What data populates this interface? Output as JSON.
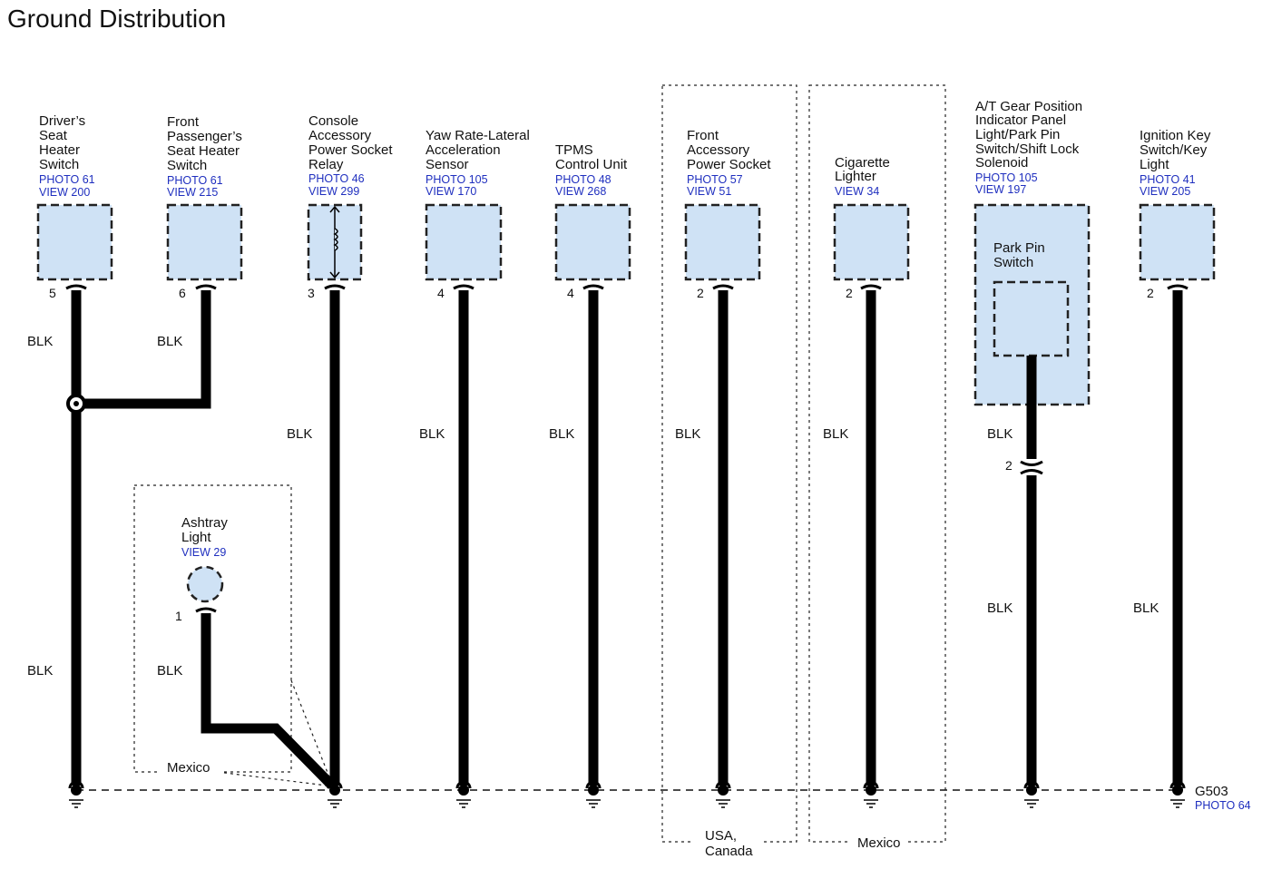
{
  "title": "Ground Distribution",
  "wire_color_label": "BLK",
  "components": [
    {
      "id": "drivers-seat-heater-switch",
      "lines": [
        "Driver’s",
        "Seat",
        "Heater",
        "Switch"
      ],
      "refs": [
        "PHOTO 61",
        "VIEW 200"
      ],
      "pin": "5"
    },
    {
      "id": "front-passenger-seat-heater-switch",
      "lines": [
        "Front",
        "Passenger’s",
        "Seat Heater",
        "Switch"
      ],
      "refs": [
        "PHOTO 61",
        "VIEW 215"
      ],
      "pin": "6"
    },
    {
      "id": "console-accessory-power-socket-relay",
      "lines": [
        "Console",
        "Accessory",
        "Power Socket",
        "Relay"
      ],
      "refs": [
        "PHOTO 46",
        "VIEW 299"
      ],
      "pin": "3"
    },
    {
      "id": "yaw-rate-lateral-acceleration-sensor",
      "lines": [
        "Yaw Rate-Lateral",
        "Acceleration",
        "Sensor"
      ],
      "refs": [
        "PHOTO 105",
        "VIEW 170"
      ],
      "pin": "4"
    },
    {
      "id": "tpms-control-unit",
      "lines": [
        "TPMS",
        "Control Unit"
      ],
      "refs": [
        "PHOTO 48",
        "VIEW 268"
      ],
      "pin": "4"
    },
    {
      "id": "front-accessory-power-socket",
      "lines": [
        "Front",
        "Accessory",
        "Power Socket"
      ],
      "refs": [
        "PHOTO 57",
        "VIEW 51"
      ],
      "pin": "2"
    },
    {
      "id": "cigarette-lighter",
      "lines": [
        "Cigarette",
        "Lighter"
      ],
      "refs": [
        "VIEW 34"
      ],
      "pin": "2"
    },
    {
      "id": "at-gear-position-indicator",
      "lines": [
        "A/T Gear Position",
        "Indicator Panel",
        "Light/Park Pin",
        "Switch/Shift Lock",
        "Solenoid"
      ],
      "refs": [
        "PHOTO 105",
        "VIEW 197"
      ],
      "pin": "2",
      "inner_label": [
        "Park Pin",
        "Switch"
      ]
    },
    {
      "id": "ignition-key-switch-light",
      "lines": [
        "Ignition Key",
        "Switch/Key",
        "Light"
      ],
      "refs": [
        "PHOTO 41",
        "VIEW 205"
      ],
      "pin": "2"
    }
  ],
  "ashtray": {
    "lines": [
      "Ashtray",
      "Light"
    ],
    "refs": [
      "VIEW 29"
    ],
    "pin": "1"
  },
  "regions": {
    "mexico_left": "Mexico",
    "usa_canada": [
      "USA,",
      "Canada"
    ],
    "mexico_right": "Mexico"
  },
  "ground": {
    "name": "G503",
    "ref": "PHOTO 64"
  },
  "colors": {
    "component_fill": "#cfe2f5",
    "reference_text": "#1f2fbf",
    "wire": "#000000"
  }
}
